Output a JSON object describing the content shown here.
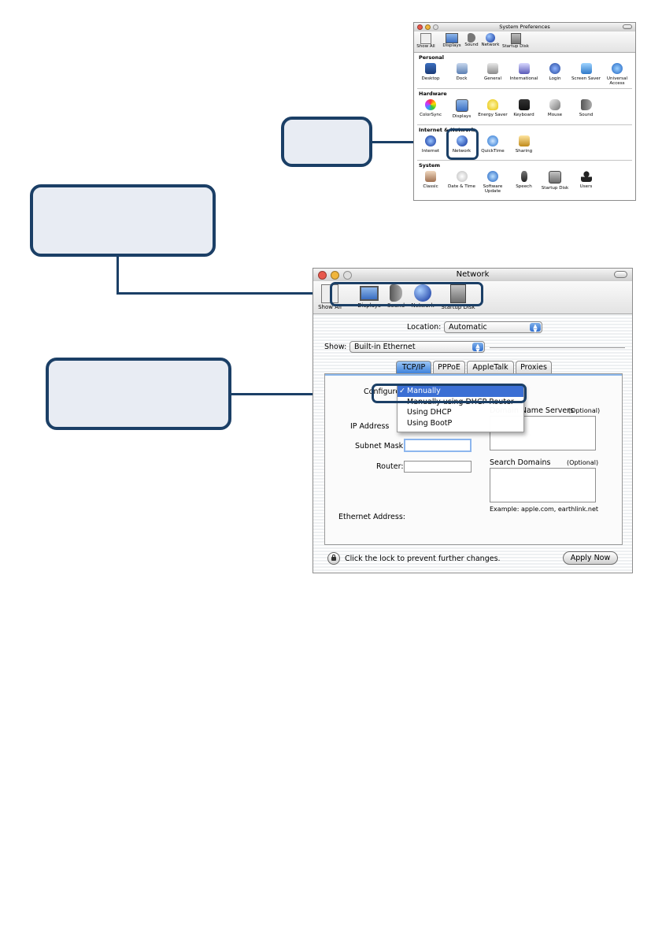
{
  "sysprefs": {
    "title": "System Preferences",
    "toolbar": [
      "Show All",
      "Displays",
      "Sound",
      "Network",
      "Startup Disk"
    ],
    "sections": [
      {
        "title": "Personal",
        "items": [
          "Desktop",
          "Dock",
          "General",
          "International",
          "Login",
          "Screen Saver",
          "Universal Access"
        ]
      },
      {
        "title": "Hardware",
        "items": [
          "ColorSync",
          "Displays",
          "Energy Saver",
          "Keyboard",
          "Mouse",
          "Sound"
        ]
      },
      {
        "title": "Internet & Network",
        "items": [
          "Internet",
          "Network",
          "QuickTime",
          "Sharing"
        ]
      },
      {
        "title": "System",
        "items": [
          "Classic",
          "Date & Time",
          "Software Update",
          "Speech",
          "Startup Disk",
          "Users"
        ]
      }
    ]
  },
  "network": {
    "title": "Network",
    "toolbar": [
      "Show All",
      "Displays",
      "Sound",
      "Network",
      "Startup Disk"
    ],
    "location_label": "Location:",
    "location_value": "Automatic",
    "show_label": "Show:",
    "show_value": "Built-in Ethernet",
    "tabs": [
      "TCP/IP",
      "PPPoE",
      "AppleTalk",
      "Proxies"
    ],
    "configure_label": "Configure",
    "configure_menu": {
      "checkmark": "✓",
      "options": [
        "Manually",
        "Manually using DHCP Router",
        "Using DHCP",
        "Using BootP"
      ]
    },
    "dns_label": "Domain Name Servers",
    "dns_optional": "(Optional)",
    "ip_label": "IP Address",
    "subnet_label": "Subnet Mask:",
    "router_label": "Router:",
    "search_label": "Search Domains",
    "search_optional": "(Optional)",
    "example_text": "Example: apple.com, earthlink.net",
    "ethernet_label": "Ethernet Address:",
    "lock_text": "Click the lock to prevent further changes.",
    "apply_label": "Apply Now"
  },
  "colors": {
    "callout_border": "#1b3f66",
    "callout_fill": "#e8ecf3",
    "selection": "#3b6fd4"
  }
}
